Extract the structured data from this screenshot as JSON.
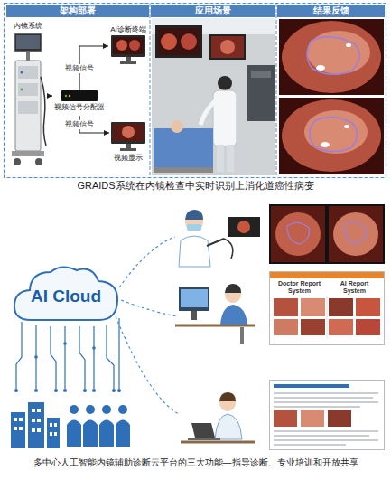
{
  "diagram": {
    "caption": "多中心人工智能内镜辅助诊断云平台的三大功能—指导诊断、专业培训和开放共享",
    "nodes": [
      {
        "text": [
          "架构部署"
        ]
      },
      {
        "text": [
          "内镜系统"
        ],
        "in": 0
      },
      {
        "text": [
          "视频信号分配器"
        ],
        "in": 0
      },
      {
        "text": [
          "AI诊断终端"
        ],
        "in": 0
      },
      {
        "text": [
          "视频显示"
        ],
        "in": 0
      },
      {
        "text": [
          "应用场景"
        ]
      },
      {
        "text": [
          "结果反馈"
        ]
      },
      {
        "text": [
          "AI Cloud"
        ]
      },
      {
        "text": [
          "Doctor Report System",
          "AI Report System"
        ]
      }
    ],
    "edges": [
      {
        "from": 1,
        "to": 2,
        "arrow": "to"
      },
      {
        "from": 2,
        "to": 3,
        "label": "视频信号",
        "arrow": "to"
      },
      {
        "from": 2,
        "to": 4,
        "label": "视频信号",
        "arrow": "to"
      }
    ],
    "labels": [
      "GRAIDS系统在内镜检查中实时识别上消化道癌性病变"
    ]
  }
}
